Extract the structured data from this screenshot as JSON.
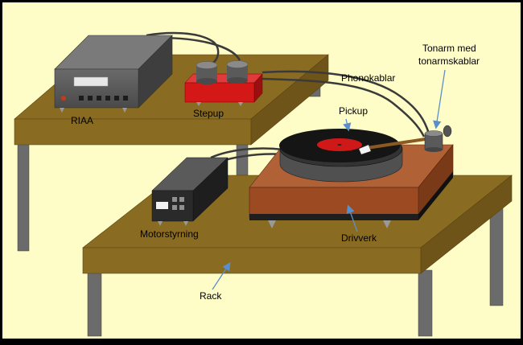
{
  "labels": {
    "riaa": "RIAA",
    "stepup": "Stepup",
    "phonokablar": "Phonokablar",
    "tonarm_line1": "Tonarm med",
    "tonarm_line2": "tonarmskablar",
    "pickup": "Pickup",
    "motorstyrning": "Motorstyrning",
    "drivverk": "Drivverk",
    "rack": "Rack"
  },
  "colors": {
    "background": "#fefdc8",
    "table_top": "#8a6b22",
    "table_edge": "#6e5418",
    "leg": "#6b6b6b",
    "plinth": "#9c4a22",
    "stepup_box": "#d41818",
    "arrow": "#5b8fc9"
  }
}
